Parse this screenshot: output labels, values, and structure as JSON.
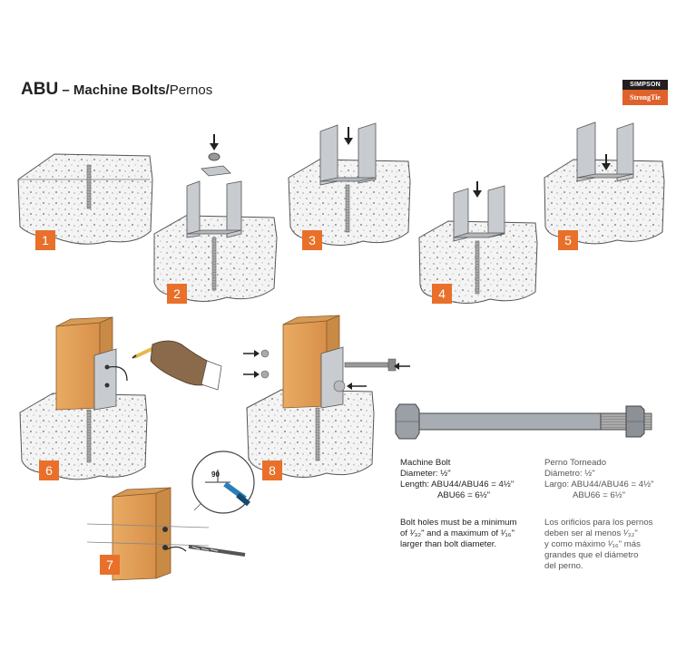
{
  "header": {
    "product": "ABU",
    "dash": " – ",
    "subtitle": "Machine Bolts/",
    "subtitle_es": "Pernos"
  },
  "logo": {
    "line1": "SIMPSON",
    "line2": "StrongTie",
    "colors": {
      "top": "#231f20",
      "bottom": "#e0612a"
    }
  },
  "steps": [
    "1",
    "2",
    "3",
    "4",
    "5",
    "6",
    "7",
    "8"
  ],
  "spec_en": {
    "name": "Machine Bolt",
    "diameter": "Diameter: ½\"",
    "length1": "Length: ABU44/ABU46 = 4½\"",
    "length2": "ABU66 = 6½\"",
    "holes1": "Bolt holes must be a minimum",
    "holes2": "of ¹⁄₃₂\" and a maximum of ¹⁄₁₆\"",
    "holes3": "larger than bolt diameter."
  },
  "spec_es": {
    "name": "Perno Torneado",
    "diameter": "Diámetro: ½\"",
    "length1": "Largo: ABU44/ABU46 = 4½\"",
    "length2": "ABU66 = 6½\"",
    "holes1": "Los orificios para los pernos",
    "holes2": "deben ser al menos ¹⁄₃₂\"",
    "holes3": "y como máximo ¹⁄₁₆\" más",
    "holes4": "grandes que el diámetro",
    "holes5": "del perno."
  },
  "drill_angle": "90",
  "colors": {
    "accent": "#e8702a",
    "wood": "#e3a25a",
    "steel": "#b9bec3",
    "concrete": "#f2f2f2"
  }
}
